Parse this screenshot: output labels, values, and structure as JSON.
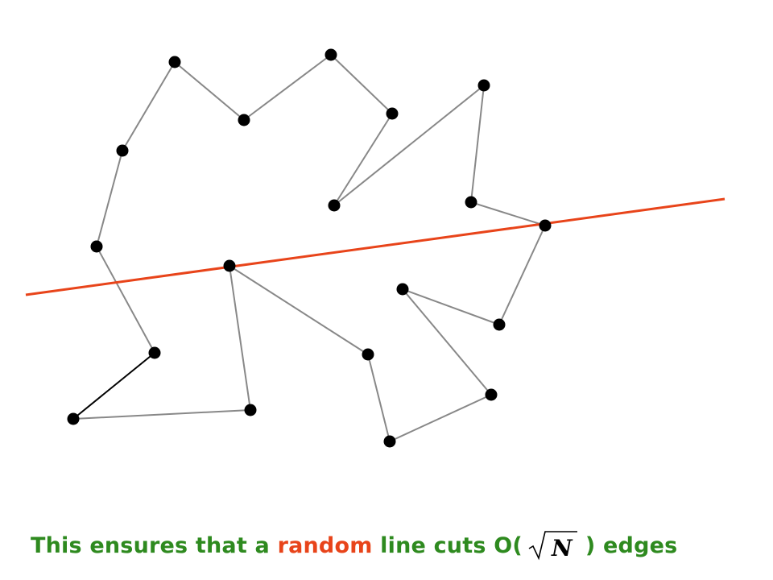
{
  "diagram": {
    "colors": {
      "edge": "#888888",
      "edge_highlight": "#000000",
      "node": "#000000",
      "cut_line": "#e8441a"
    }
  },
  "caption": {
    "part1": "This ensures that a",
    "highlight": "random",
    "part2": "line cuts O(",
    "math": "N",
    "part3": ") edges",
    "text_color": "#2e8a1f",
    "highlight_color": "#e8441a"
  }
}
